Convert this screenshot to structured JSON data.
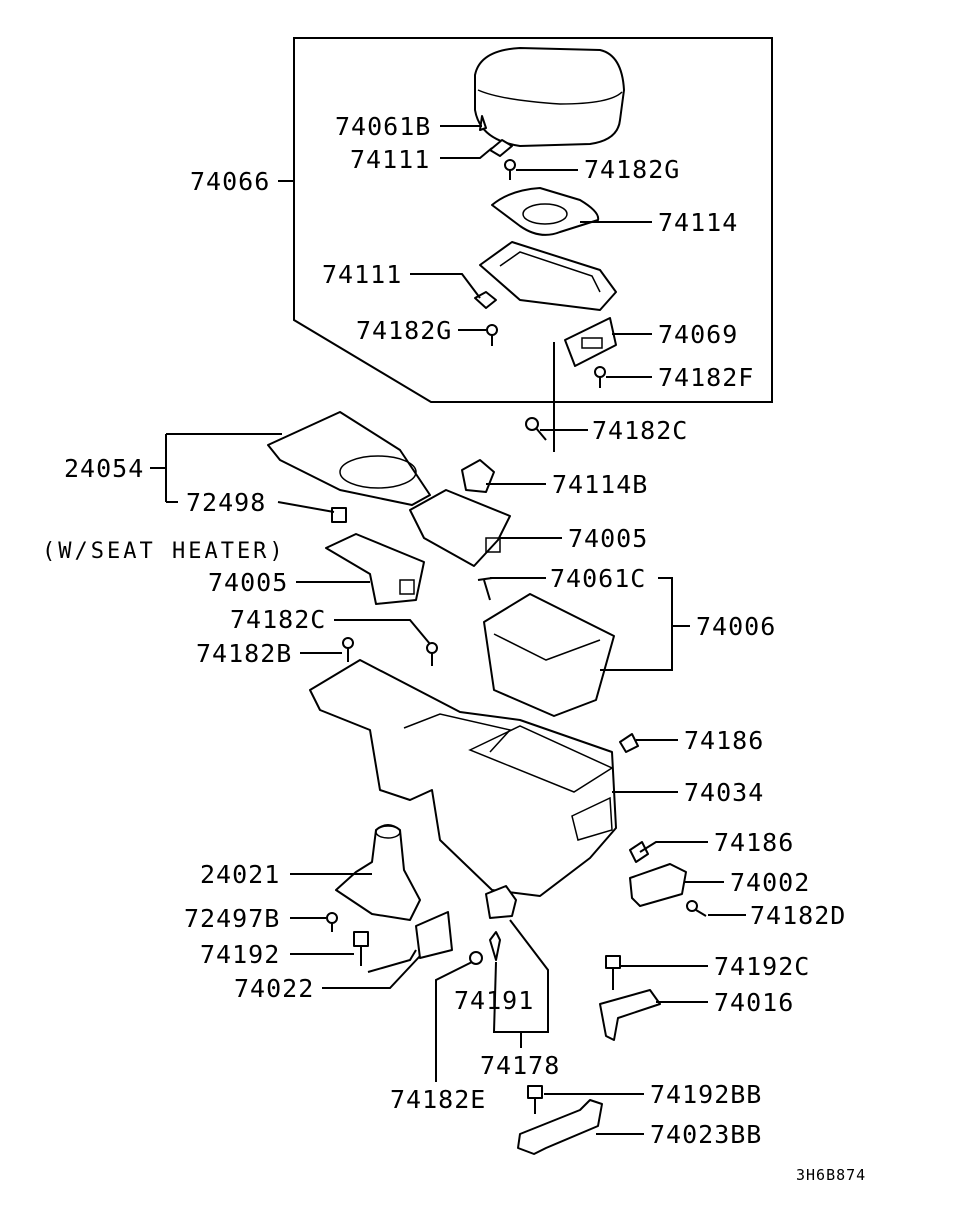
{
  "diagram_code": "3H6B874",
  "note": "(W/SEAT HEATER)",
  "labels": {
    "p74061B": "74061B",
    "p74111a": "74111",
    "p74182Ga": "74182G",
    "p74066": "74066",
    "p74114": "74114",
    "p74111b": "74111",
    "p74182Gb": "74182G",
    "p74069": "74069",
    "p74182F": "74182F",
    "p74182Ca": "74182C",
    "p24054": "24054",
    "p74114B": "74114B",
    "p72498": "72498",
    "p74005a": "74005",
    "p74005b": "74005",
    "p74061C": "74061C",
    "p74182Cb": "74182C",
    "p74006": "74006",
    "p74182B": "74182B",
    "p74186a": "74186",
    "p74034": "74034",
    "p74186b": "74186",
    "p24021": "24021",
    "p74002": "74002",
    "p72497B": "72497B",
    "p74182D": "74182D",
    "p74192": "74192",
    "p74192C": "74192C",
    "p74022": "74022",
    "p74191": "74191",
    "p74016": "74016",
    "p74178": "74178",
    "p74182E": "74182E",
    "p74192BB": "74192BB",
    "p74023BB": "74023BB"
  }
}
